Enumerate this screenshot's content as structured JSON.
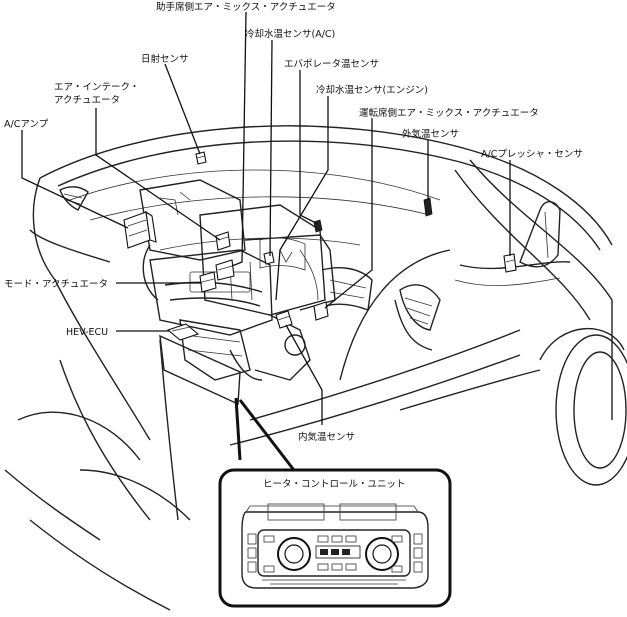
{
  "labels": {
    "passenger_air_mix": "助手席側エア・ミックス・アクチュエータ",
    "coolant_ac": "冷却水温センサ(A/C)",
    "solar": "日射センサ",
    "evaporator": "エバポレータ温センサ",
    "air_intake_1": "エア・インテーク・",
    "air_intake_2": "アクチュエータ",
    "coolant_engine": "冷却水温センサ(エンジン)",
    "driver_air_mix": "運転席側エア・ミックス・アクチュエータ",
    "ac_amp": "A/Cアンプ",
    "outside_temp": "外気温センサ",
    "ac_pressure": "A/Cプレッシャ・センサ",
    "mode_act": "モード・アクチュエータ",
    "hev_ecu": "HEV-ECU",
    "inside_temp": "内気温センサ",
    "heater_unit": "ヒータ・コントロール・ユニット"
  },
  "icons": [
    "heater-control-panel-icon",
    "sensor-icon",
    "actuator-icon",
    "ecu-icon",
    "vehicle-outline-icon"
  ]
}
